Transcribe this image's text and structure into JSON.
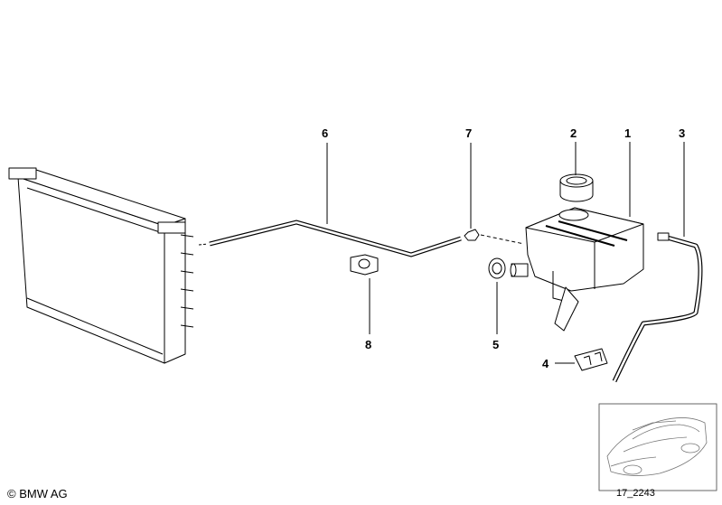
{
  "callouts": [
    {
      "id": "1",
      "text": "1"
    },
    {
      "id": "2",
      "text": "2"
    },
    {
      "id": "3",
      "text": "3"
    },
    {
      "id": "4",
      "text": "4"
    },
    {
      "id": "5",
      "text": "5"
    },
    {
      "id": "6",
      "text": "6"
    },
    {
      "id": "7",
      "text": "7"
    },
    {
      "id": "8",
      "text": "8"
    }
  ],
  "copyright": "© BMW AG",
  "diagram_ref": "17_2243"
}
